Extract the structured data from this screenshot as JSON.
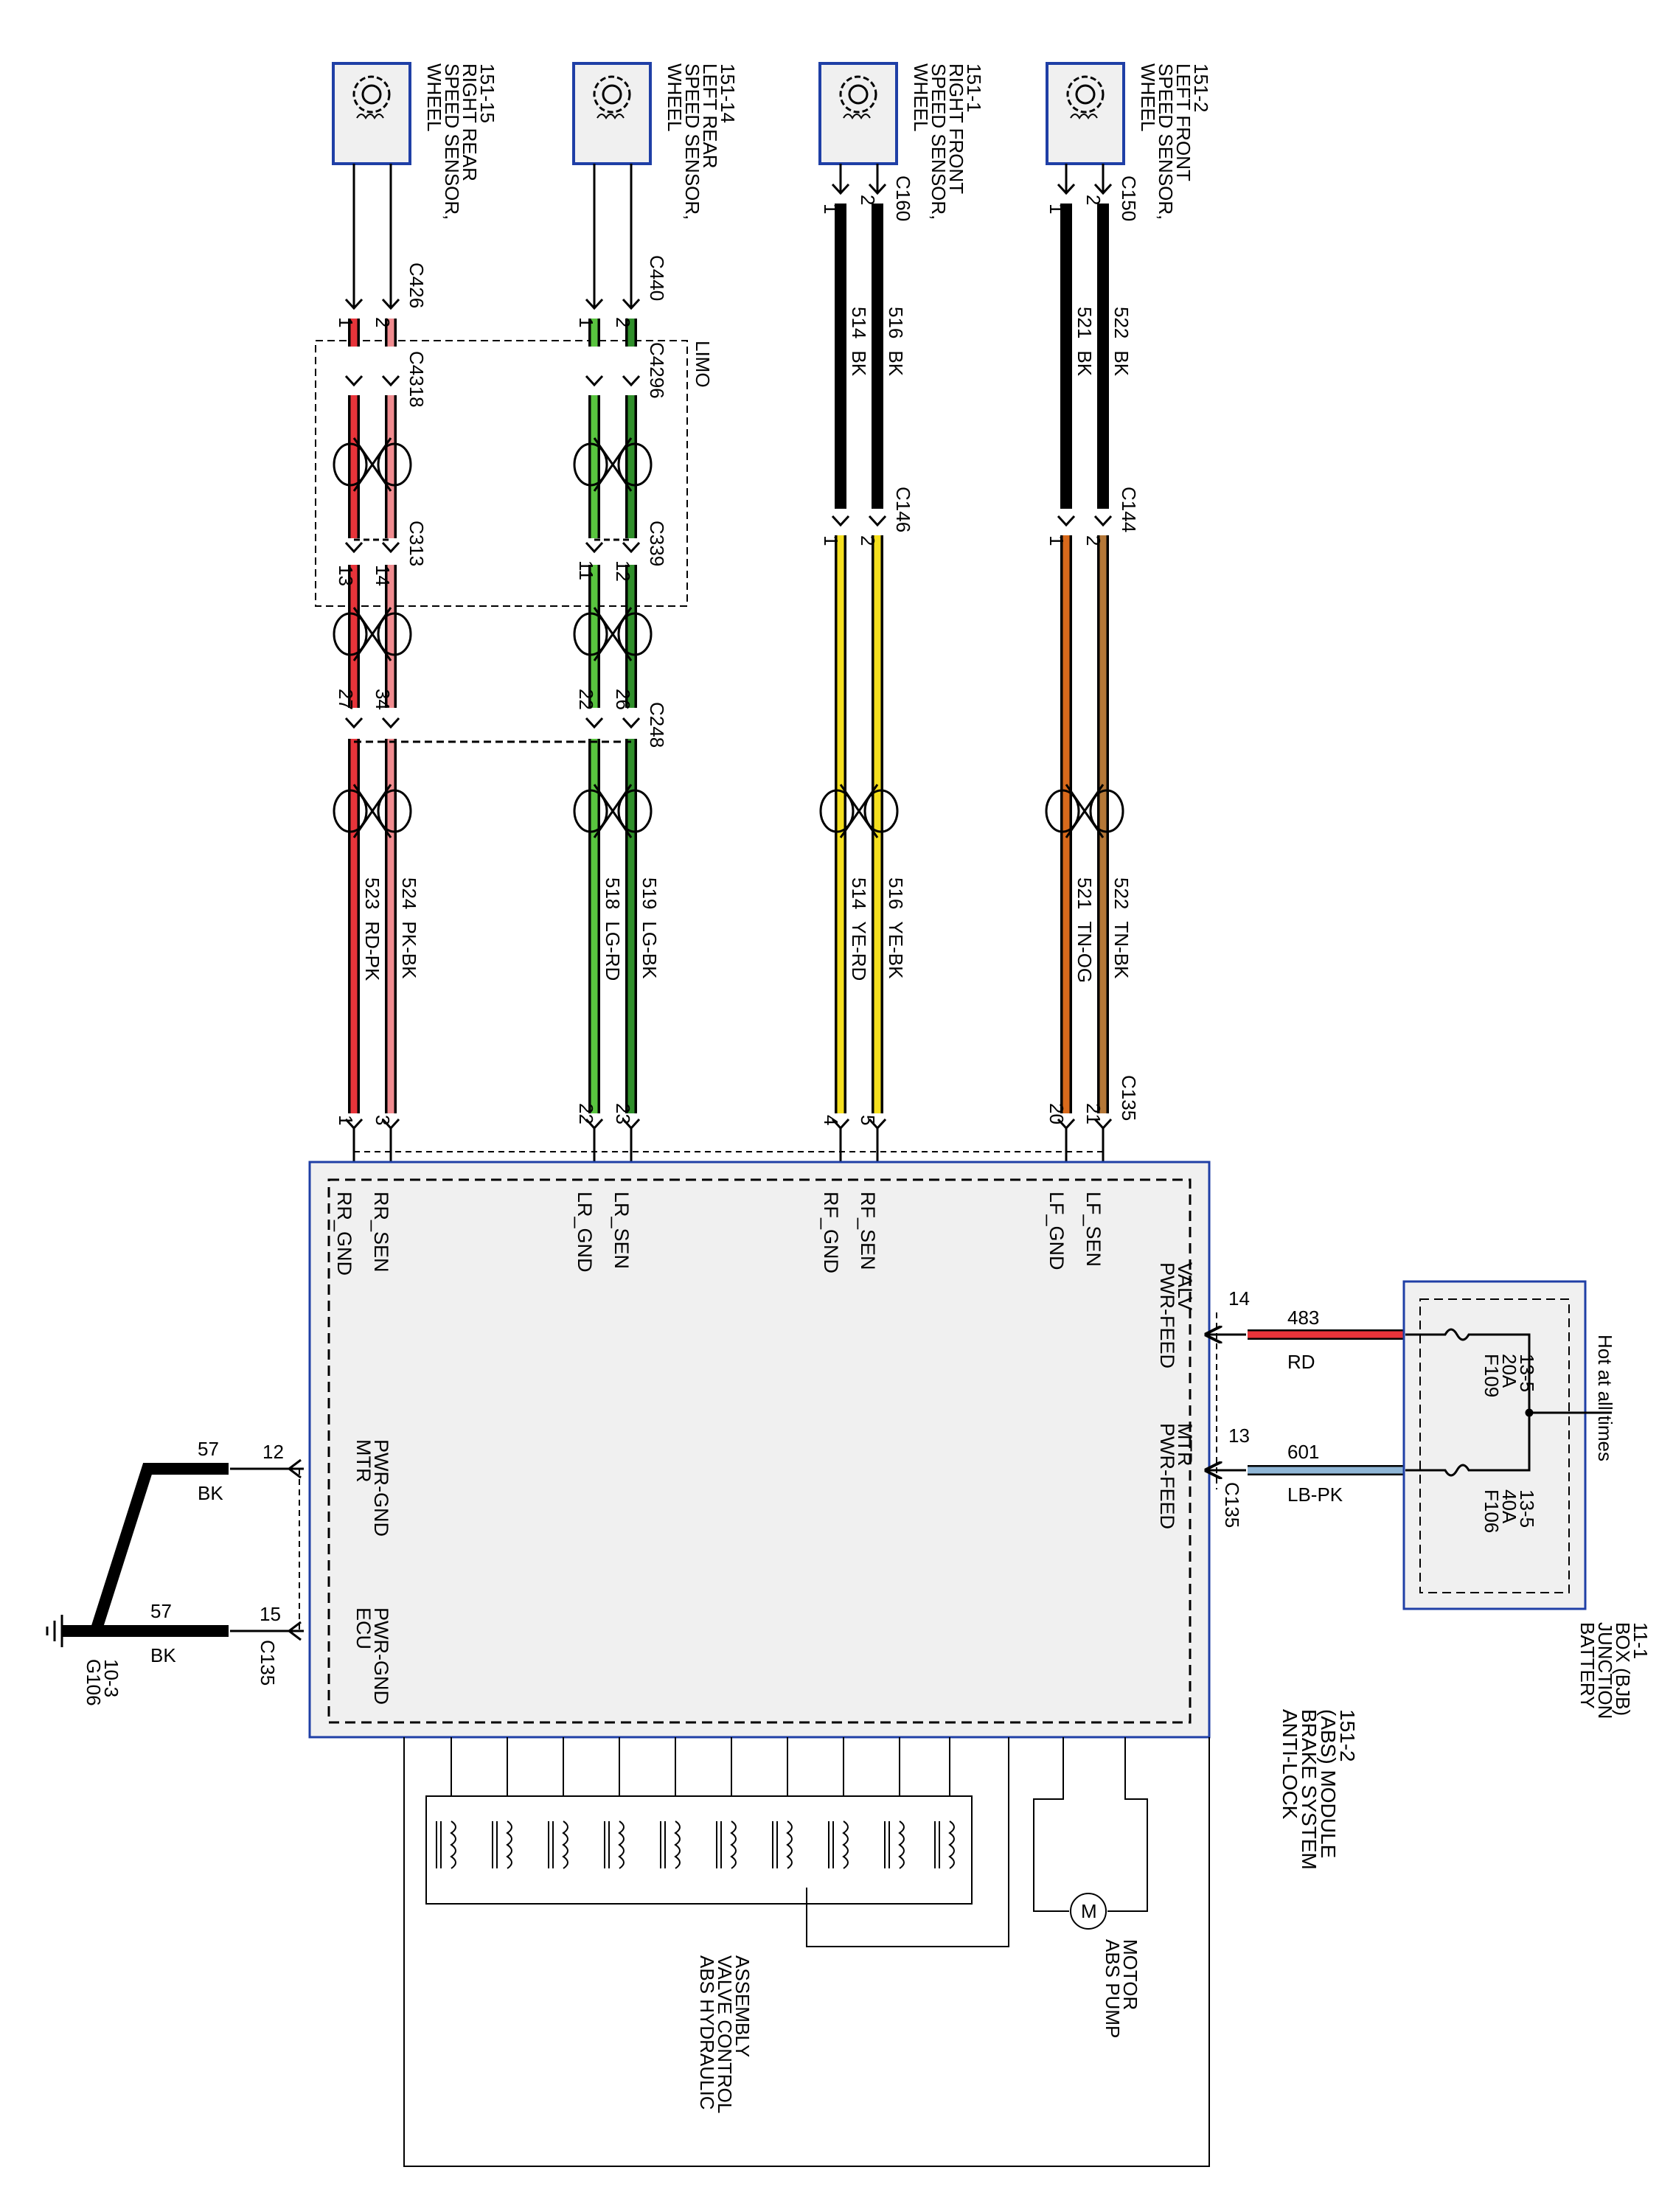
{
  "module": {
    "name_lines": [
      "ANTI-LOCK",
      "BRAKE SYSTEM",
      "(ABS) MODULE",
      "151-2"
    ],
    "pins": {
      "rr_gnd": "RR_GND",
      "rr_sen": "RR_SEN",
      "lr_gnd": "LR_GND",
      "lr_sen": "LR_SEN",
      "rf_gnd": "RF_GND",
      "rf_sen": "RF_SEN",
      "lf_gnd": "LF_GND",
      "lf_sen": "LF_SEN",
      "pwr_feed_valv": [
        "PWR-FEED",
        "VALV"
      ],
      "pwr_feed_mtr": [
        "PWR-FEED",
        "MTR"
      ],
      "mtr_pwr_gnd": [
        "MTR",
        "PWR-GND"
      ],
      "ecu_pwr_gnd": [
        "ECU",
        "PWR-GND"
      ]
    }
  },
  "sensors": [
    {
      "lines": [
        "WHEEL",
        "SPEED SENSOR,",
        "RIGHT REAR",
        "151-15"
      ]
    },
    {
      "lines": [
        "WHEEL",
        "SPEED SENSOR,",
        "LEFT REAR",
        "151-14"
      ]
    },
    {
      "lines": [
        "WHEEL",
        "SPEED SENSOR,",
        "RIGHT FRONT",
        "151-1"
      ]
    },
    {
      "lines": [
        "WHEEL",
        "SPEED SENSOR,",
        "LEFT FRONT",
        "151-2"
      ]
    }
  ],
  "connectors": {
    "c426": "C426",
    "c440": "C440",
    "c4318": "C4318",
    "c4296": "C4296",
    "c313": "C313",
    "c339": "C339",
    "c248": "C248",
    "c160": "C160",
    "c150": "C150",
    "c146": "C146",
    "c144": "C144",
    "c135": "C135",
    "c135_b": "C135",
    "c135_c": "C135",
    "limo": "LIMO"
  },
  "pin_numbers": {
    "rr_sensor": [
      "1",
      "2"
    ],
    "lr_sensor": [
      "1",
      "2"
    ],
    "rf_sensor": [
      "1",
      "2"
    ],
    "lf_sensor": [
      "1",
      "2"
    ],
    "rr_c313": [
      "13",
      "14"
    ],
    "lr_c339": [
      "11",
      "12"
    ],
    "rr_c248": [
      "27",
      "34"
    ],
    "lr_c248": [
      "22",
      "26"
    ],
    "rr_c135": [
      "1",
      "3"
    ],
    "lr_c135": [
      "22",
      "23"
    ],
    "rf_c135": [
      "4",
      "5"
    ],
    "lf_c135": [
      "20",
      "21"
    ],
    "pwr_valv": "14",
    "pwr_mtr": "13",
    "mtr_gnd": "12",
    "ecu_gnd": "15"
  },
  "wires": {
    "rr": {
      "a_num": "523",
      "a_color": "RD-PK",
      "b_num": "524",
      "b_color": "PK-BK"
    },
    "lr": {
      "a_num": "518",
      "a_color": "LG-RD",
      "b_num": "519",
      "b_color": "LG-BK"
    },
    "rf_top": {
      "a_num": "514",
      "a_color": "BK",
      "b_num": "516",
      "b_color": "BK"
    },
    "rf": {
      "a_num": "514",
      "a_color": "YE-RD",
      "b_num": "516",
      "b_color": "YE-BK"
    },
    "lf_top": {
      "a_num": "521",
      "a_color": "BK",
      "b_num": "522",
      "b_color": "BK"
    },
    "lf": {
      "a_num": "521",
      "a_color": "TN-OG",
      "b_num": "522",
      "b_color": "TN-BK"
    },
    "pwr_valv": {
      "num": "483",
      "color": "RD"
    },
    "pwr_mtr": {
      "num": "601",
      "color": "LB-PK"
    },
    "gnd_mtr": {
      "num": "57",
      "color": "BK"
    },
    "gnd_ecu": {
      "num": "57",
      "color": "BK"
    }
  },
  "bjb": {
    "name_lines": [
      "BATTERY",
      "JUNCTION",
      "BOX (BJB)",
      "11-1"
    ],
    "hot_label": "Hot at all times",
    "f109": [
      "F109",
      "20A",
      "13-5"
    ],
    "f106": [
      "F106",
      "40A",
      "13-5"
    ]
  },
  "ground": {
    "name": "G106",
    "ref": "10-3"
  },
  "pump_motor": {
    "symbol": "M",
    "lines": [
      "ABS PUMP",
      "MOTOR"
    ]
  },
  "valve_assembly": {
    "lines": [
      "ABS HYDRAULIC",
      "VALVE CONTROL",
      "ASSEMBLY"
    ]
  },
  "colors": {
    "red": "#e8343a",
    "pink": "#f08b8f",
    "lightgreen": "#59c43f",
    "darkgreen": "#2f8f2a",
    "yellow": "#f5df1e",
    "orange": "#d96a1c",
    "tan": "#b57838",
    "lightblue": "#8fb6d6",
    "black": "#000000",
    "module_fill": "#f0f0f0",
    "module_border": "#1f3fa6"
  }
}
